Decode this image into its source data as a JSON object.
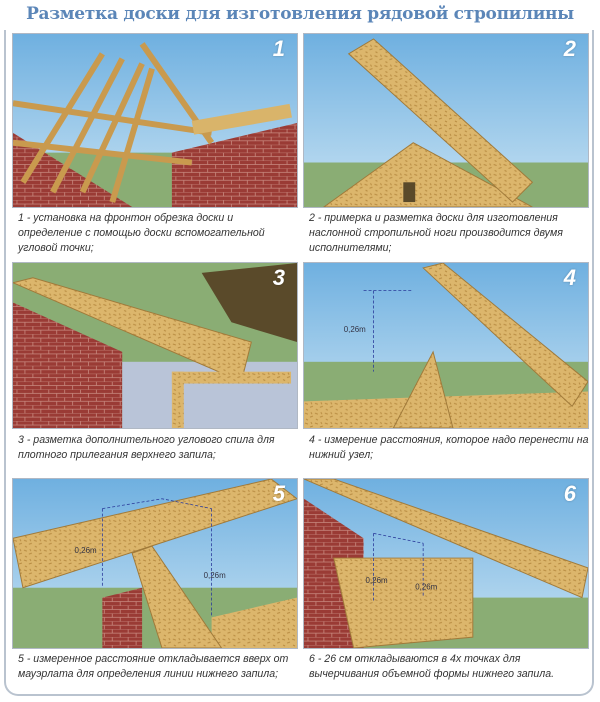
{
  "title": "Разметка доски для изготовления рядовой стропилины",
  "panels": [
    {
      "number": "1",
      "caption": "1 - установка на фронтон обрезка доски и определение с помощью доски вспомогательной угловой точки;"
    },
    {
      "number": "2",
      "caption": "2 - примерка и разметка доски для изготовления наслонной стропильной ноги производится двумя исполнителями;"
    },
    {
      "number": "3",
      "caption": "3 - разметка дополнительного углового спила для плотного прилегания верхнего запила;"
    },
    {
      "number": "4",
      "caption": "4 - измерение расстояния, которое надо перенести на нижний узел;",
      "measure": "0,26m"
    },
    {
      "number": "5",
      "caption": "5 - измеренное расстояние откладывается вверх от мауэрлата для определения линии нижнего запила;",
      "measure": "0,26m"
    },
    {
      "number": "6",
      "caption": "6 - 26 см откладываются в 4х точках для вычерчивания объемной формы  нижнего запила.",
      "measure": "0,26m"
    }
  ],
  "colors": {
    "title": "#5b86b8",
    "sky": "#8ec3e6",
    "grass": "#8aad74",
    "brick": "#9a3b35",
    "wood": "#d9b46a"
  }
}
